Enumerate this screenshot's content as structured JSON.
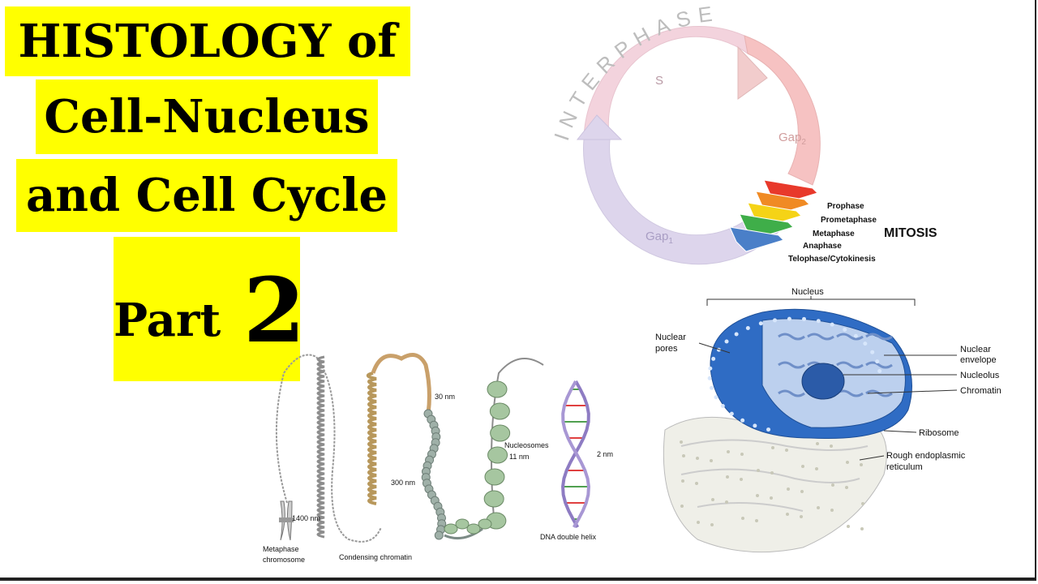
{
  "title": {
    "line1": "HISTOLOGY of",
    "line2": "Cell-Nucleus",
    "line3": "and Cell Cycle",
    "part_word": "Part",
    "part_number": "2"
  },
  "cell_cycle": {
    "interphase_label": "INTERPHASE",
    "s_label": "S",
    "gap2_label": "Gap",
    "gap2_sub": "2",
    "gap1_label": "Gap",
    "gap1_sub": "1",
    "mitosis_label": "MITOSIS",
    "phases": [
      "Prophase",
      "Prometaphase",
      "Metaphase",
      "Anaphase",
      "Telophase/Cytokinesis"
    ],
    "colors": {
      "s": "#f3d3dd",
      "gap2": "#f6c2c2",
      "gap1": "#ddd5ec",
      "interphase_text": "#bdbdbd"
    },
    "phase_colors": [
      "#e8392b",
      "#f08a24",
      "#f5d316",
      "#3fae49",
      "#4a7fc8"
    ]
  },
  "chromatin": {
    "labels": {
      "nm1400": "1400 nm",
      "nm300": "300 nm",
      "nm30": "30 nm",
      "nucleosomes": "Nucleosomes",
      "nm11": "11 nm",
      "nm2": "2 nm",
      "metaphase": "Metaphase",
      "chromosome": "chromosome",
      "condensing": "Condensing chromatin",
      "dna": "DNA double helix"
    }
  },
  "nucleus": {
    "title": "Nucleus",
    "labels": {
      "pores1": "Nuclear",
      "pores2": "pores",
      "envelope1": "Nuclear",
      "envelope2": "envelope",
      "nucleolus": "Nucleolus",
      "chromatin": "Chromatin",
      "ribosome": "Ribosome",
      "rer1": "Rough endoplasmic",
      "rer2": "reticulum"
    },
    "colors": {
      "envelope": "#2f6cc4",
      "interior": "#bcd0ee",
      "nucleolus": "#2b5ba8",
      "er": "#efefe8"
    }
  }
}
